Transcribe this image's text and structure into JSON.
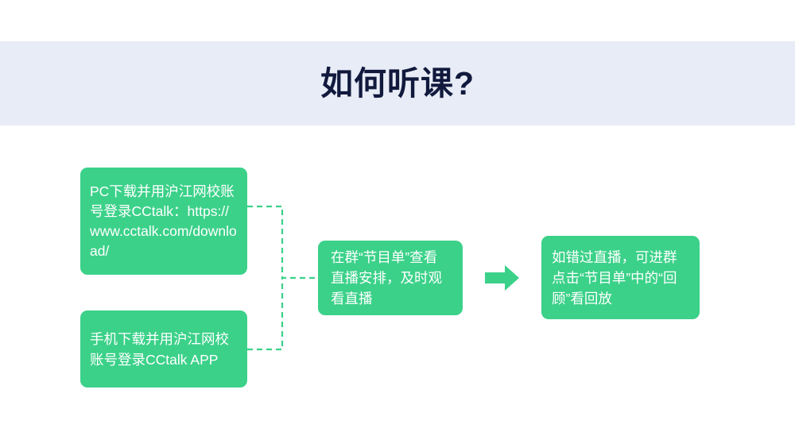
{
  "header": {
    "title": "如何听课?",
    "band_color": "#e8ecf6",
    "title_color": "#111a3d"
  },
  "theme": {
    "box_green": "#3bd189",
    "arrow_green": "#3bd189",
    "connector_green": "#3bd189",
    "background": "#ffffff",
    "box_text_color": "#ffffff"
  },
  "flow": {
    "boxes": [
      {
        "id": "pc-download",
        "text": "PC下载并用沪江网校账号登录CCtalk：https://www.cctalk.com/download/"
      },
      {
        "id": "mobile-download",
        "text": "手机下载并用沪江网校账号登录CCtalk APP"
      },
      {
        "id": "watch-schedule",
        "text": "在群“节目单”查看直播安排，及时观看直播"
      },
      {
        "id": "watch-replay",
        "text": "如错过直播，可进群点击“节目单”中的“回顾”看回放"
      }
    ],
    "connectors": [
      {
        "id": "pc-to-schedule",
        "style": "dashed",
        "from": "pc-download",
        "to": "watch-schedule"
      },
      {
        "id": "mobile-to-schedule",
        "style": "dashed",
        "from": "mobile-download",
        "to": "watch-schedule"
      },
      {
        "id": "schedule-to-replay",
        "style": "arrow",
        "from": "watch-schedule",
        "to": "watch-replay"
      }
    ]
  }
}
